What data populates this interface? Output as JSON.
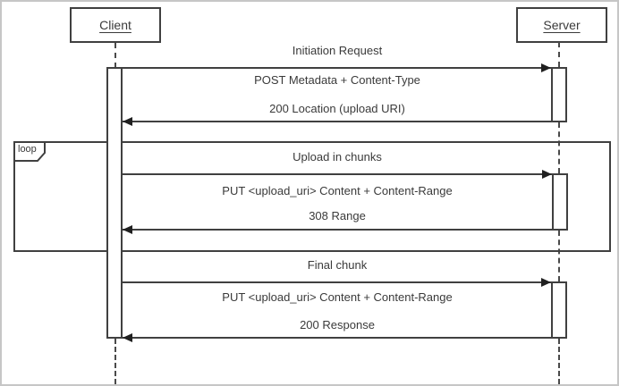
{
  "diagram": {
    "type": "uml-sequence",
    "actors": [
      {
        "id": "client",
        "label": "Client"
      },
      {
        "id": "server",
        "label": "Server"
      }
    ],
    "fragments": [
      {
        "type": "loop",
        "label": "loop"
      }
    ],
    "groups": [
      {
        "title": "Initiation Request",
        "messages": [
          {
            "from": "client",
            "to": "server",
            "direction": "request",
            "label": "POST Metadata + Content-Type"
          },
          {
            "from": "server",
            "to": "client",
            "direction": "response",
            "label": "200 Location (upload URI)"
          }
        ]
      },
      {
        "title": "Upload in chunks",
        "fragment": "loop",
        "messages": [
          {
            "from": "client",
            "to": "server",
            "direction": "request",
            "label": "PUT <upload_uri> Content + Content-Range"
          },
          {
            "from": "server",
            "to": "client",
            "direction": "response",
            "label": "308 Range"
          }
        ]
      },
      {
        "title": "Final chunk",
        "messages": [
          {
            "from": "client",
            "to": "server",
            "direction": "request",
            "label": "PUT <upload_uri> Content + Content-Range"
          },
          {
            "from": "server",
            "to": "client",
            "direction": "response",
            "label": "200 Response"
          }
        ]
      }
    ],
    "colors": {
      "line": "#404040",
      "background": "#ffffff",
      "outer_border": "#c6c6c6"
    }
  }
}
